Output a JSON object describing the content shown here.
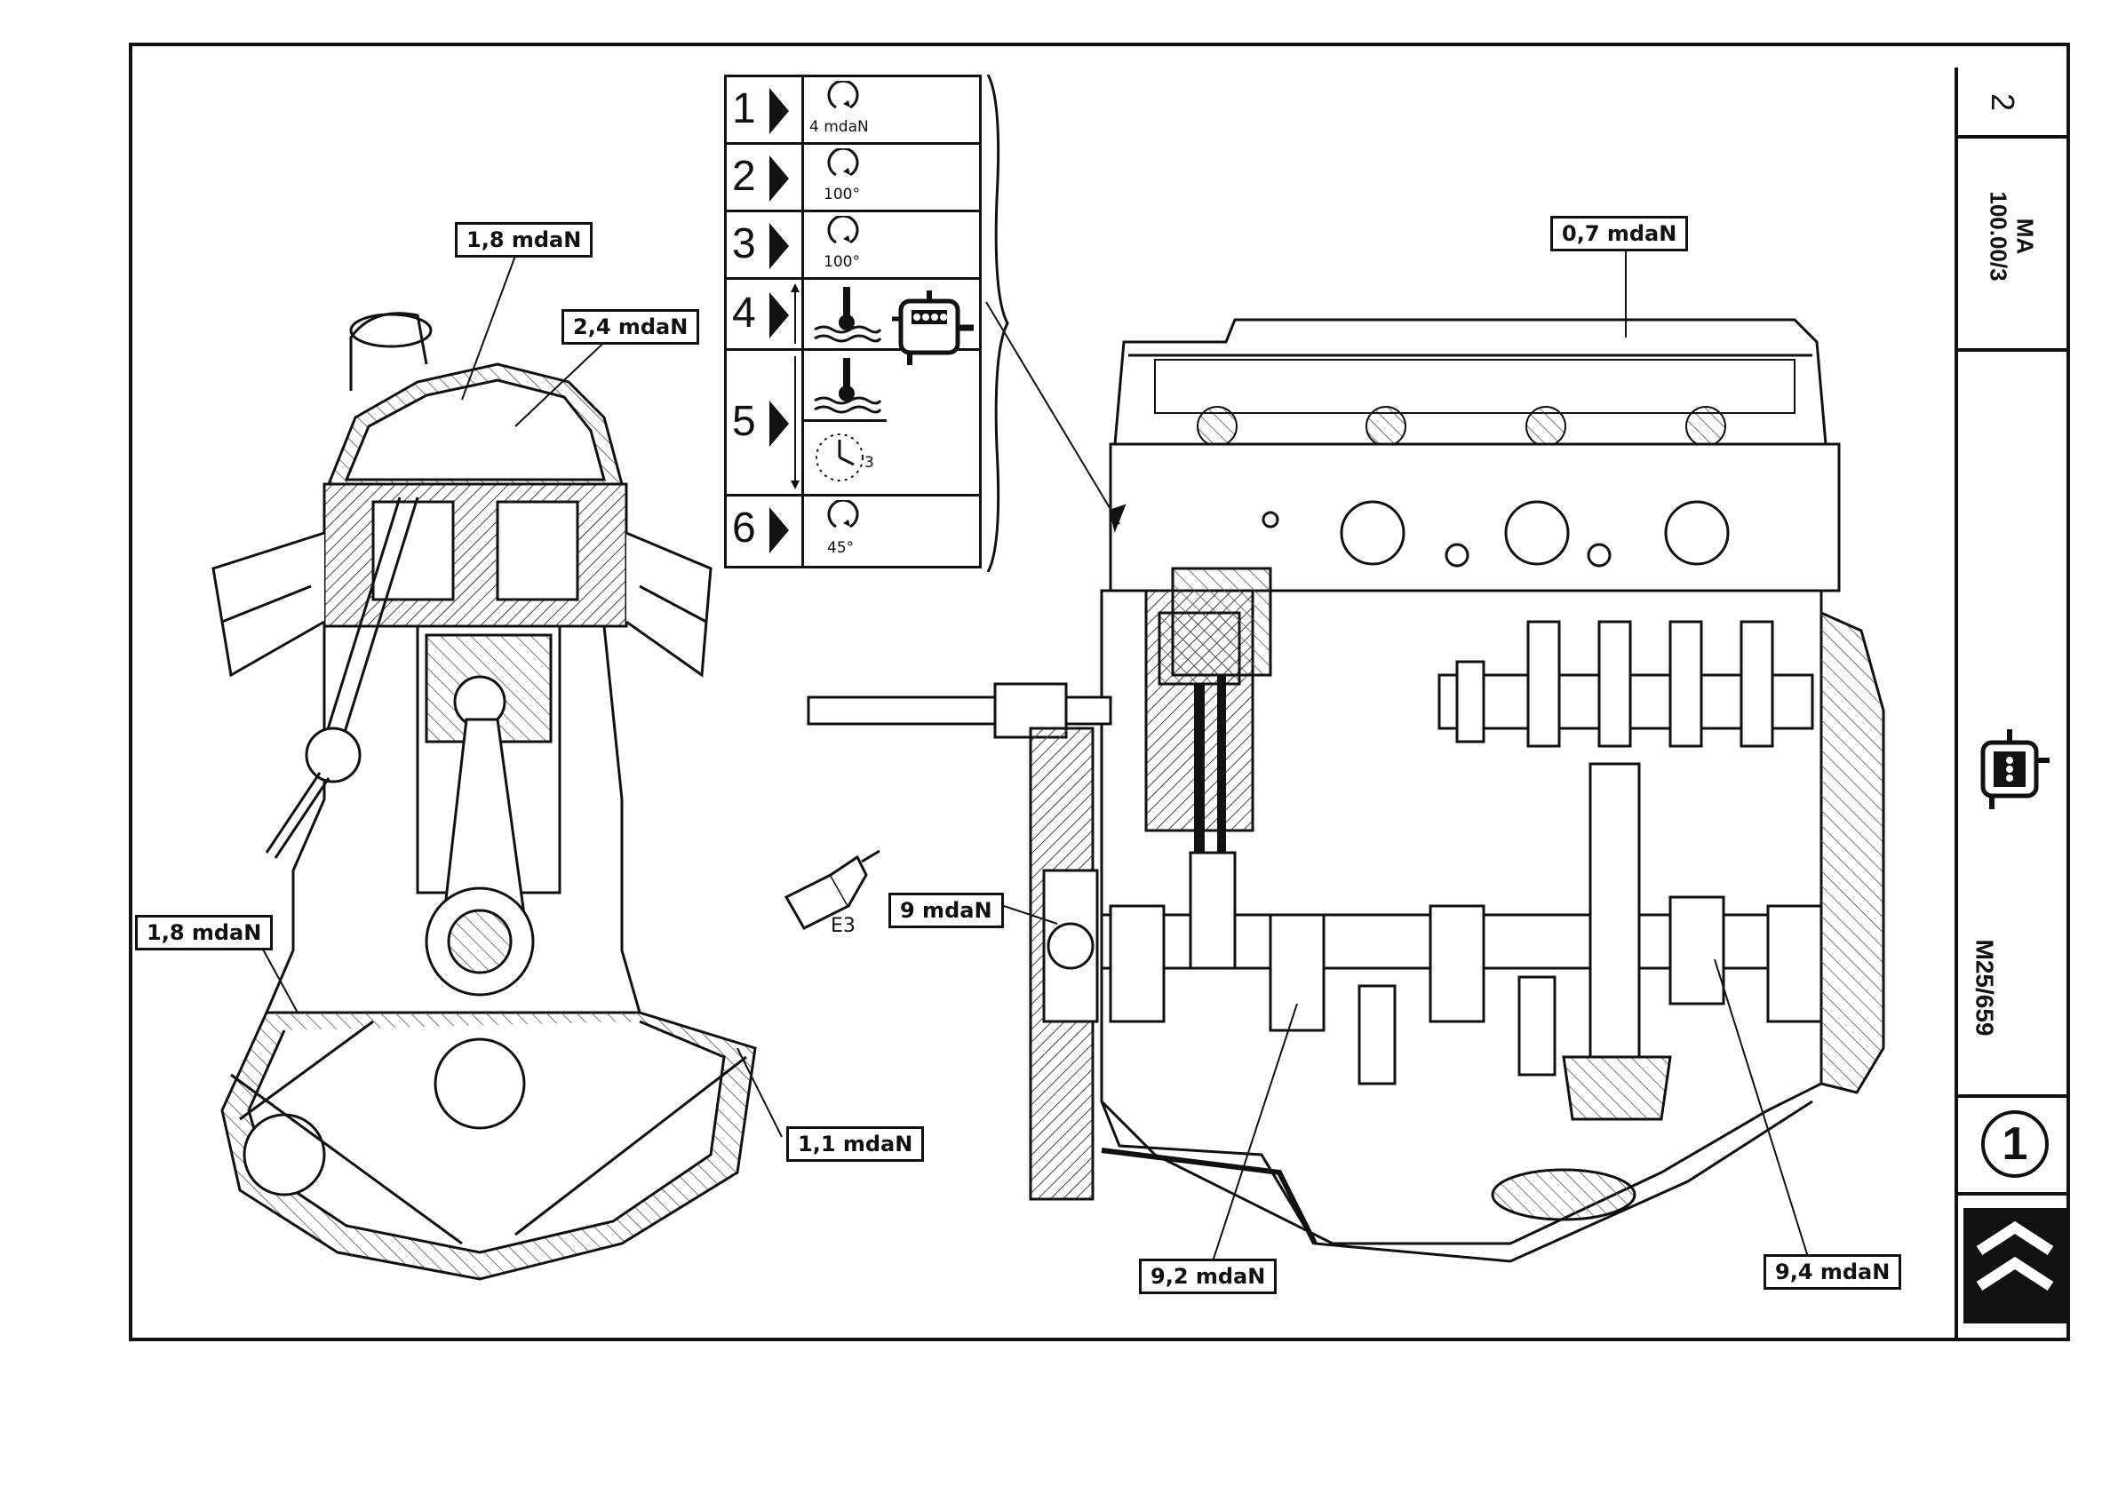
{
  "sidebar": {
    "page_number": "2",
    "doc_code_line1": "MA",
    "doc_code_line2": "100.00/3",
    "engine_icon": "engine-icon",
    "model_code": "M25/659",
    "circle_number": "1",
    "logo": "double-chevron-logo"
  },
  "sequence": {
    "steps": [
      {
        "num": "1",
        "icon": "rotate-torque-icon",
        "value": "4 mdaN"
      },
      {
        "num": "2",
        "icon": "rotate-angle-icon",
        "value": "100°"
      },
      {
        "num": "3",
        "icon": "rotate-angle-icon",
        "value": "100°"
      },
      {
        "num": "4",
        "icon": "coolant-temperature-up-icon",
        "value": ""
      },
      {
        "num": "5",
        "icon": "coolant-temperature-down-icon",
        "value": "3"
      },
      {
        "num": "6",
        "icon": "rotate-angle-icon",
        "value": "45°"
      }
    ],
    "side_icon": "engine-running-icon"
  },
  "torque_labels": {
    "left_top": "1,8 mdaN",
    "left_upper": "2,4 mdaN",
    "left_bottom": "1,8 mdaN",
    "left_sump": "1,1 mdaN",
    "right_top": "0,7 mdaN",
    "right_flywheel": "9 mdaN",
    "right_bottom_center": "9,2 mdaN",
    "right_bottom_right": "9,4 mdaN"
  },
  "sealant": {
    "icon": "sealant-tube-icon",
    "label": "E3"
  },
  "colors": {
    "ink": "#111111",
    "paper": "#ffffff",
    "hatch": "#444444"
  }
}
